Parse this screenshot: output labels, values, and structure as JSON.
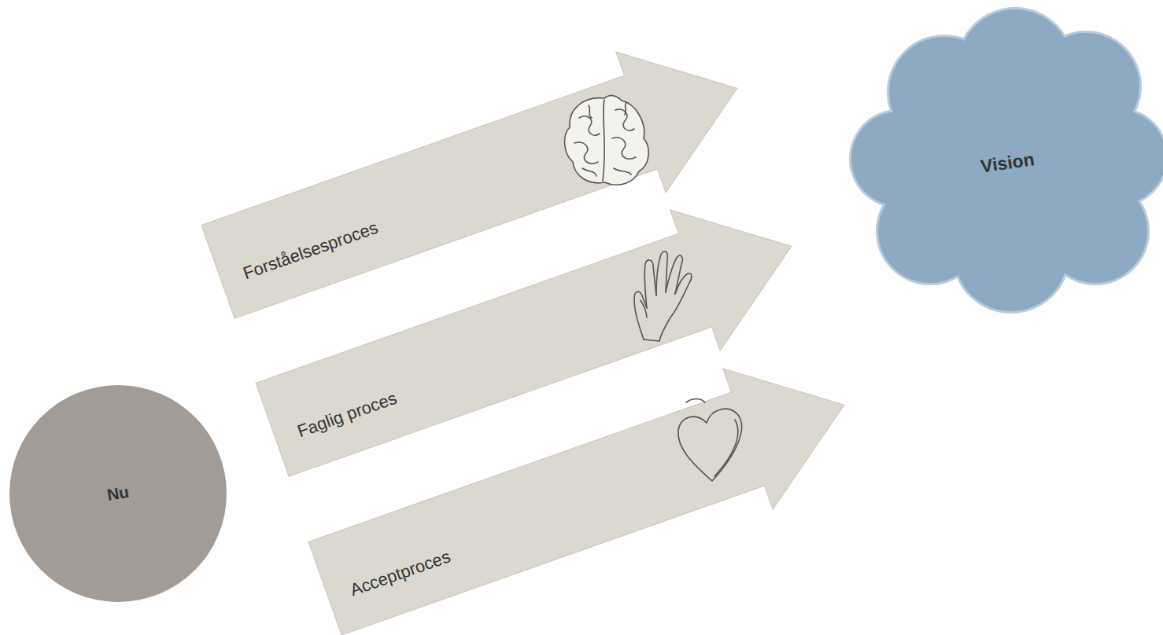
{
  "diagram": {
    "nodes": [
      {
        "text": [
          "Nu"
        ]
      },
      {
        "text": [
          "Forståelsesproces"
        ]
      },
      {
        "text": [
          "Faglig proces"
        ]
      },
      {
        "text": [
          "Acceptproces"
        ]
      },
      {
        "text": [
          "Vision"
        ]
      }
    ]
  }
}
